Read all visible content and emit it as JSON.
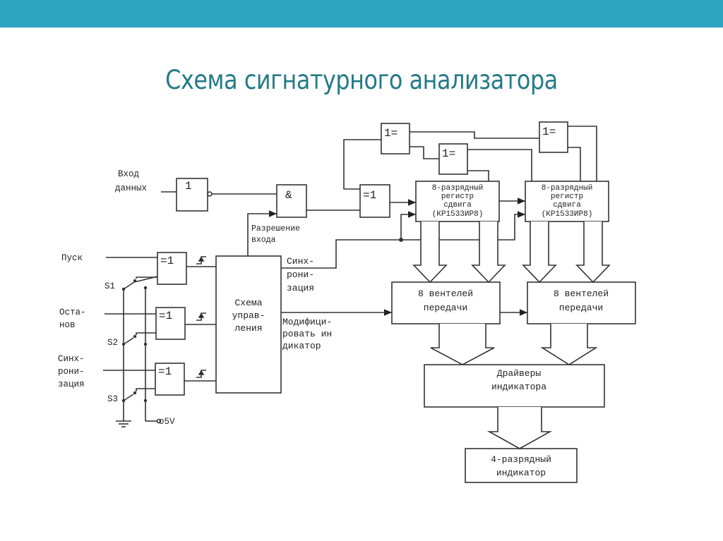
{
  "slide": {
    "title": "Схема сигнатурного анализатора",
    "accent_color": "#2ea3c0",
    "title_color": "#247a88"
  },
  "diagram": {
    "inputs": {
      "data_in_line1": "Вход",
      "data_in_line2": "данных",
      "start": "Пуск",
      "stop_line1": "Оста-",
      "stop_line2": "нов",
      "sync_line1": "Синх-",
      "sync_line2": "рони-",
      "sync_line3": "зация"
    },
    "switches": {
      "s1": "S1",
      "s2": "S2",
      "s3": "S3"
    },
    "power": "o5V",
    "gates": {
      "schmitt": "1",
      "and": "&",
      "xor_main": "=1",
      "xor_start": "=1",
      "xor_stop": "=1",
      "xor_sync": "=1",
      "xor_fb1": "1=",
      "xor_fb2": "1=",
      "xor_fb3": "1="
    },
    "signals": {
      "enable_line1": "Разрешение",
      "enable_line2": "входа",
      "sync_out_line1": "Синх-",
      "sync_out_line2": "рони-",
      "sync_out_line3": "зация",
      "modify_line1": "Модифици-",
      "modify_line2": "ровать ин",
      "modify_line3": "дикатор"
    },
    "control": {
      "line1": "Схема",
      "line2": "управ-",
      "line3": "ления"
    },
    "registers": [
      {
        "line1": "8-разрядный",
        "line2": "регистр",
        "line3": "сдвига",
        "line4": "(КР1533ИР8)"
      },
      {
        "line1": "8-разрядный",
        "line2": "регистр",
        "line3": "сдвига",
        "line4": "(КР1533ИР8)"
      }
    ],
    "gates_blocks": [
      {
        "line1": "8 вентелей",
        "line2": "передачи"
      },
      {
        "line1": "8 вентелей",
        "line2": "передачи"
      }
    ],
    "drivers": {
      "line1": "Драйверы",
      "line2": "индикатора"
    },
    "indicator": {
      "line1": "4-разрядный",
      "line2": "индикатор"
    }
  }
}
